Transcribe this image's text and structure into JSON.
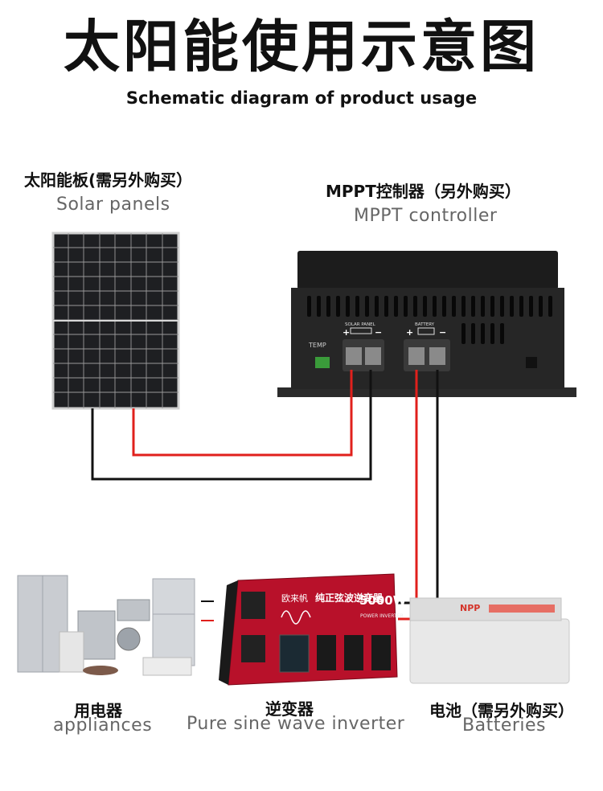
{
  "title": "太阳能使用示意图",
  "subtitle": "Schematic diagram of product usage",
  "solar": {
    "cn": "太阳能板(需另外购买）",
    "en": "Solar panels"
  },
  "controller": {
    "cn": "MPPT控制器（另外购买）",
    "en": "MPPT controller",
    "port_solar": "SOLAR PANEL",
    "port_battery": "BATTERY",
    "temp": "TEMP",
    "plus": "+",
    "minus": "−"
  },
  "appliances": {
    "cn": "用电器",
    "en": "appliances"
  },
  "inverter": {
    "cn": "逆变器",
    "en": "Pure sine wave inverter",
    "brand": "欧来帆",
    "name": "纯正弦波逆变器",
    "power": "5000W",
    "sub": "POWER INVERTER"
  },
  "battery": {
    "cn": "电池（需另外购买）",
    "en": "Batteries",
    "brand": "NPP"
  },
  "colors": {
    "positive_wire": "#e0201c",
    "negative_wire": "#111111",
    "inverter_red": "#c4162a"
  }
}
